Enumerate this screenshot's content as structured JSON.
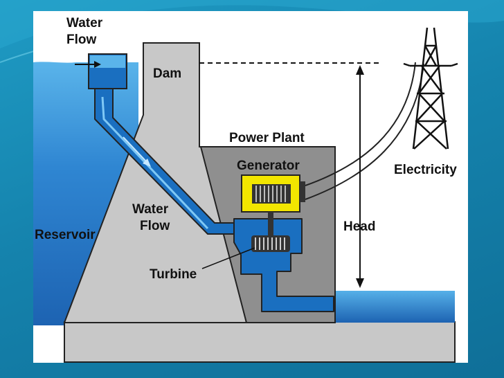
{
  "labels": {
    "water_flow_top_1": "Water",
    "water_flow_top_2": "Flow",
    "dam": "Dam",
    "power_plant": "Power Plant",
    "generator": "Generator",
    "electricity": "Electricity",
    "water_flow_mid_1": "Water",
    "water_flow_mid_2": "Flow",
    "reservoir": "Reservoir",
    "turbine": "Turbine",
    "head": "Head"
  },
  "colors": {
    "background": "#1583ad",
    "water": "#1a6fc0",
    "dam": "#c8c8c8",
    "plant": "#8f8f8f",
    "generator_housing": "#f2e600"
  }
}
